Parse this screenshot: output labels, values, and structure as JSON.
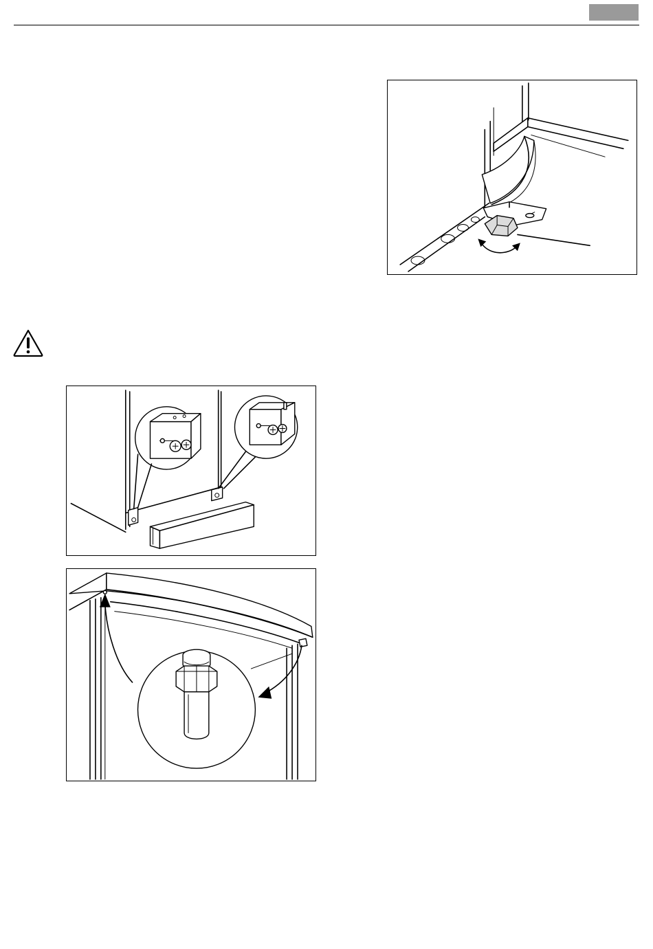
{
  "header": {
    "tab_color": "#9a9a9a",
    "page_label": ""
  },
  "figures": [
    {
      "name": "foot-adjustment-figure",
      "icon": "adjustable-foot-illustration"
    },
    {
      "name": "plinth-mounting-figure",
      "icon": "plinth-bracket-illustration"
    },
    {
      "name": "door-hinge-pin-figure",
      "icon": "hinge-pin-transfer-illustration"
    }
  ],
  "warning": {
    "icon": "warning-triangle-icon"
  }
}
